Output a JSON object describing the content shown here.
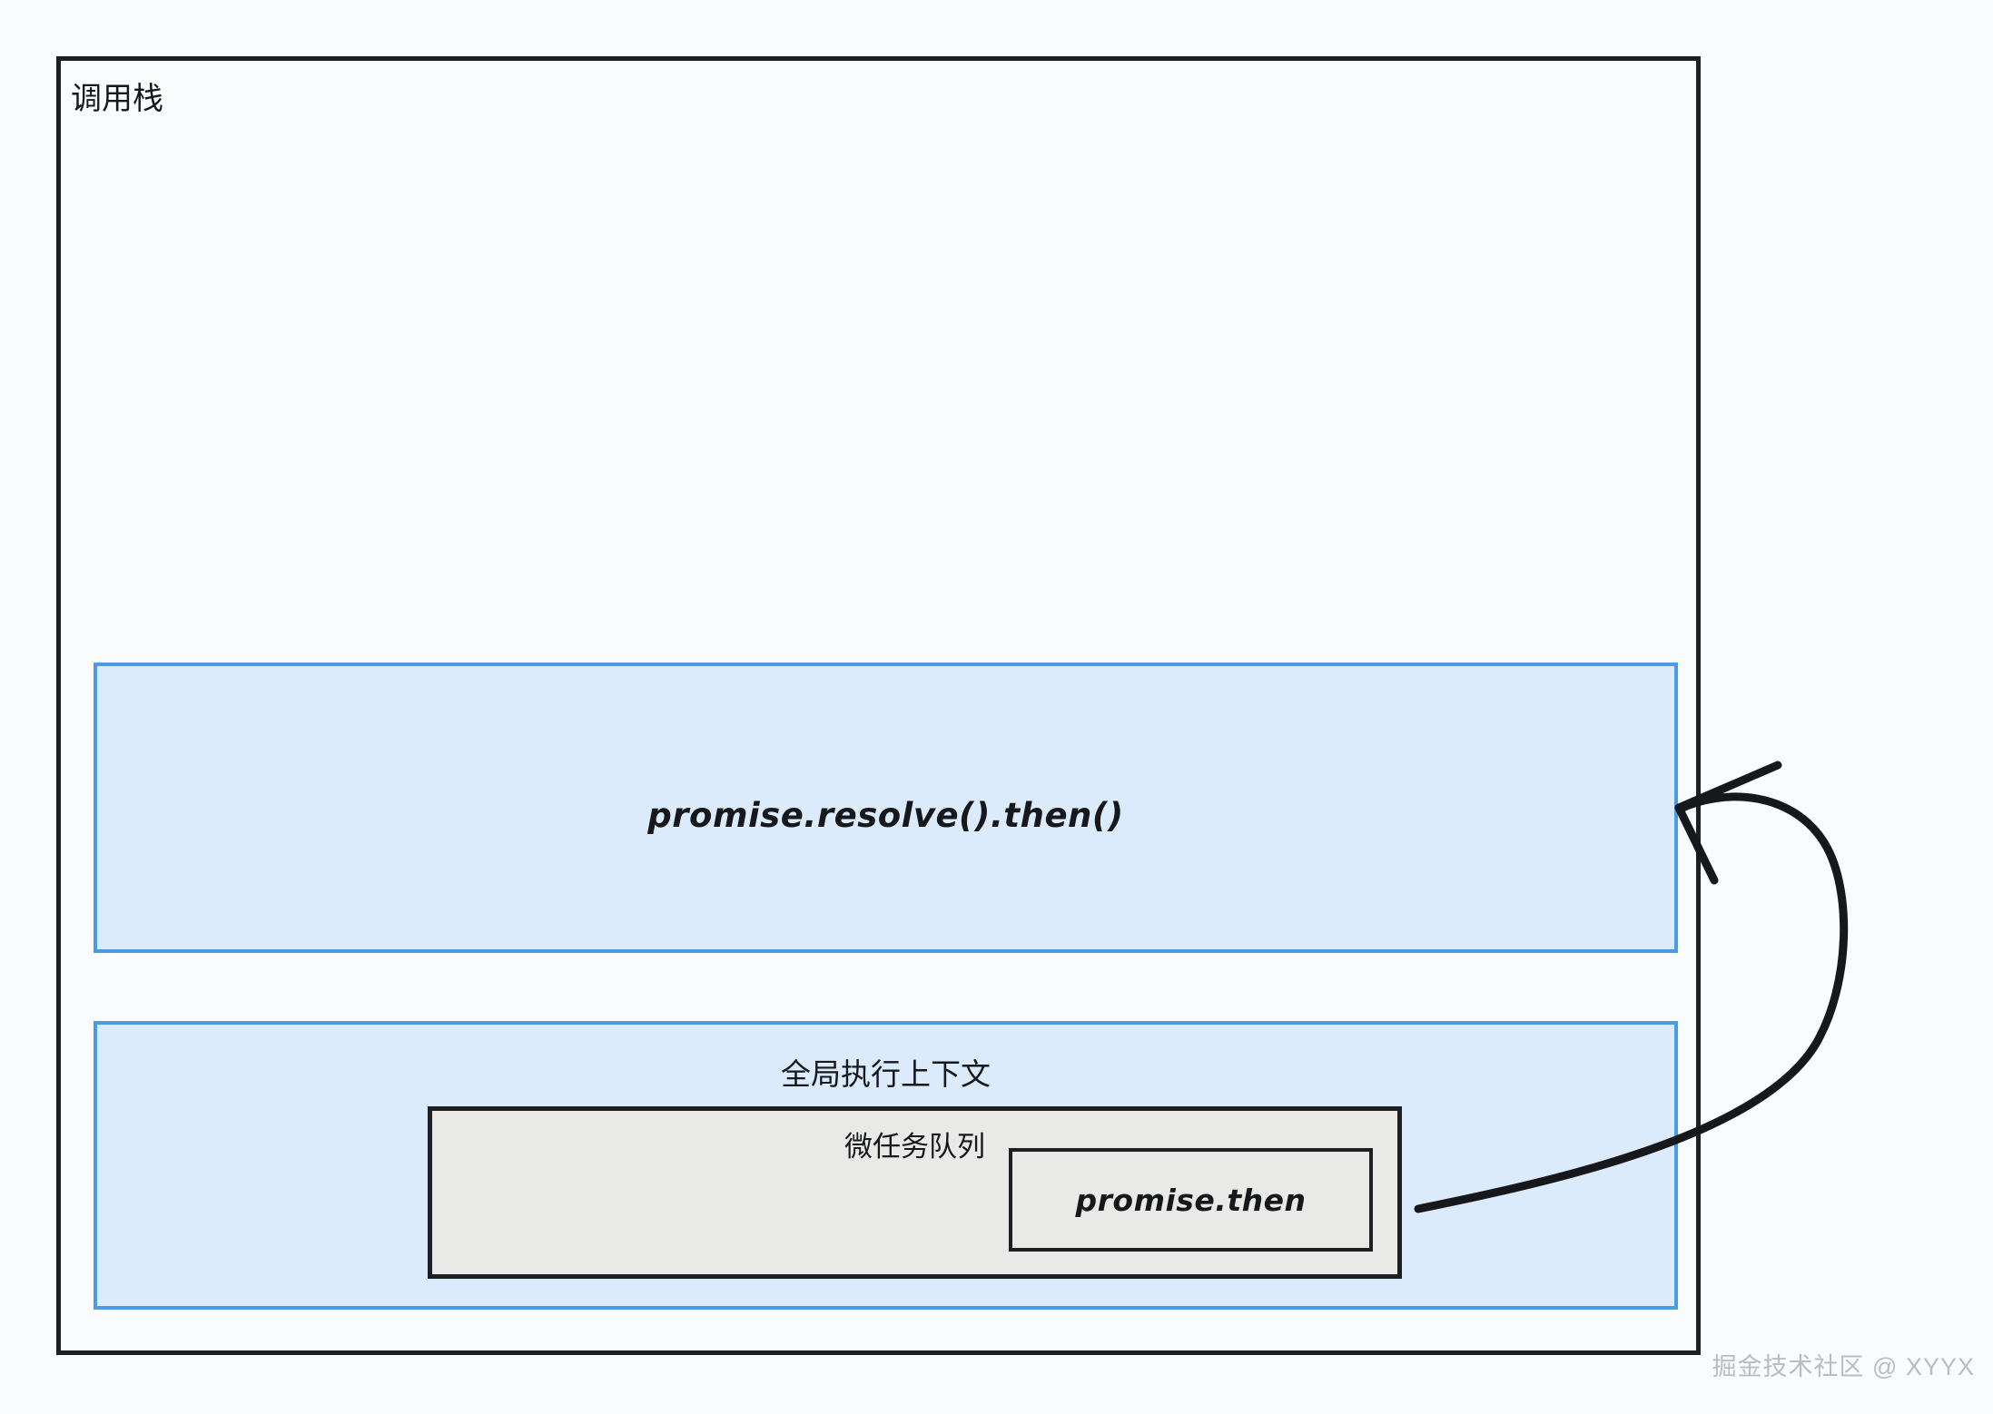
{
  "diagram": {
    "title": "调用栈",
    "background_color": "#fafbfc",
    "frame_border_color": "#1d1f23",
    "blue_fill_color": "#dcebfb",
    "blue_border_color": "#4a9ae4",
    "grey_fill_color": "#e9e9e7",
    "stack_frames": [
      {
        "name": "promise-resolve-frame",
        "label": "promise.resolve().then()"
      },
      {
        "name": "global-context-frame",
        "label": "全局执行上下文"
      }
    ],
    "microtask_queue": {
      "label": "微任务队列",
      "tasks": [
        {
          "label": "promise.then"
        }
      ]
    },
    "arrow": {
      "name": "enqueue-arrow",
      "color": "#16181c",
      "from": "promise.then",
      "to": "promise.resolve().then()"
    }
  },
  "watermark": {
    "text": "掘金技术社区 @ XYYX"
  }
}
